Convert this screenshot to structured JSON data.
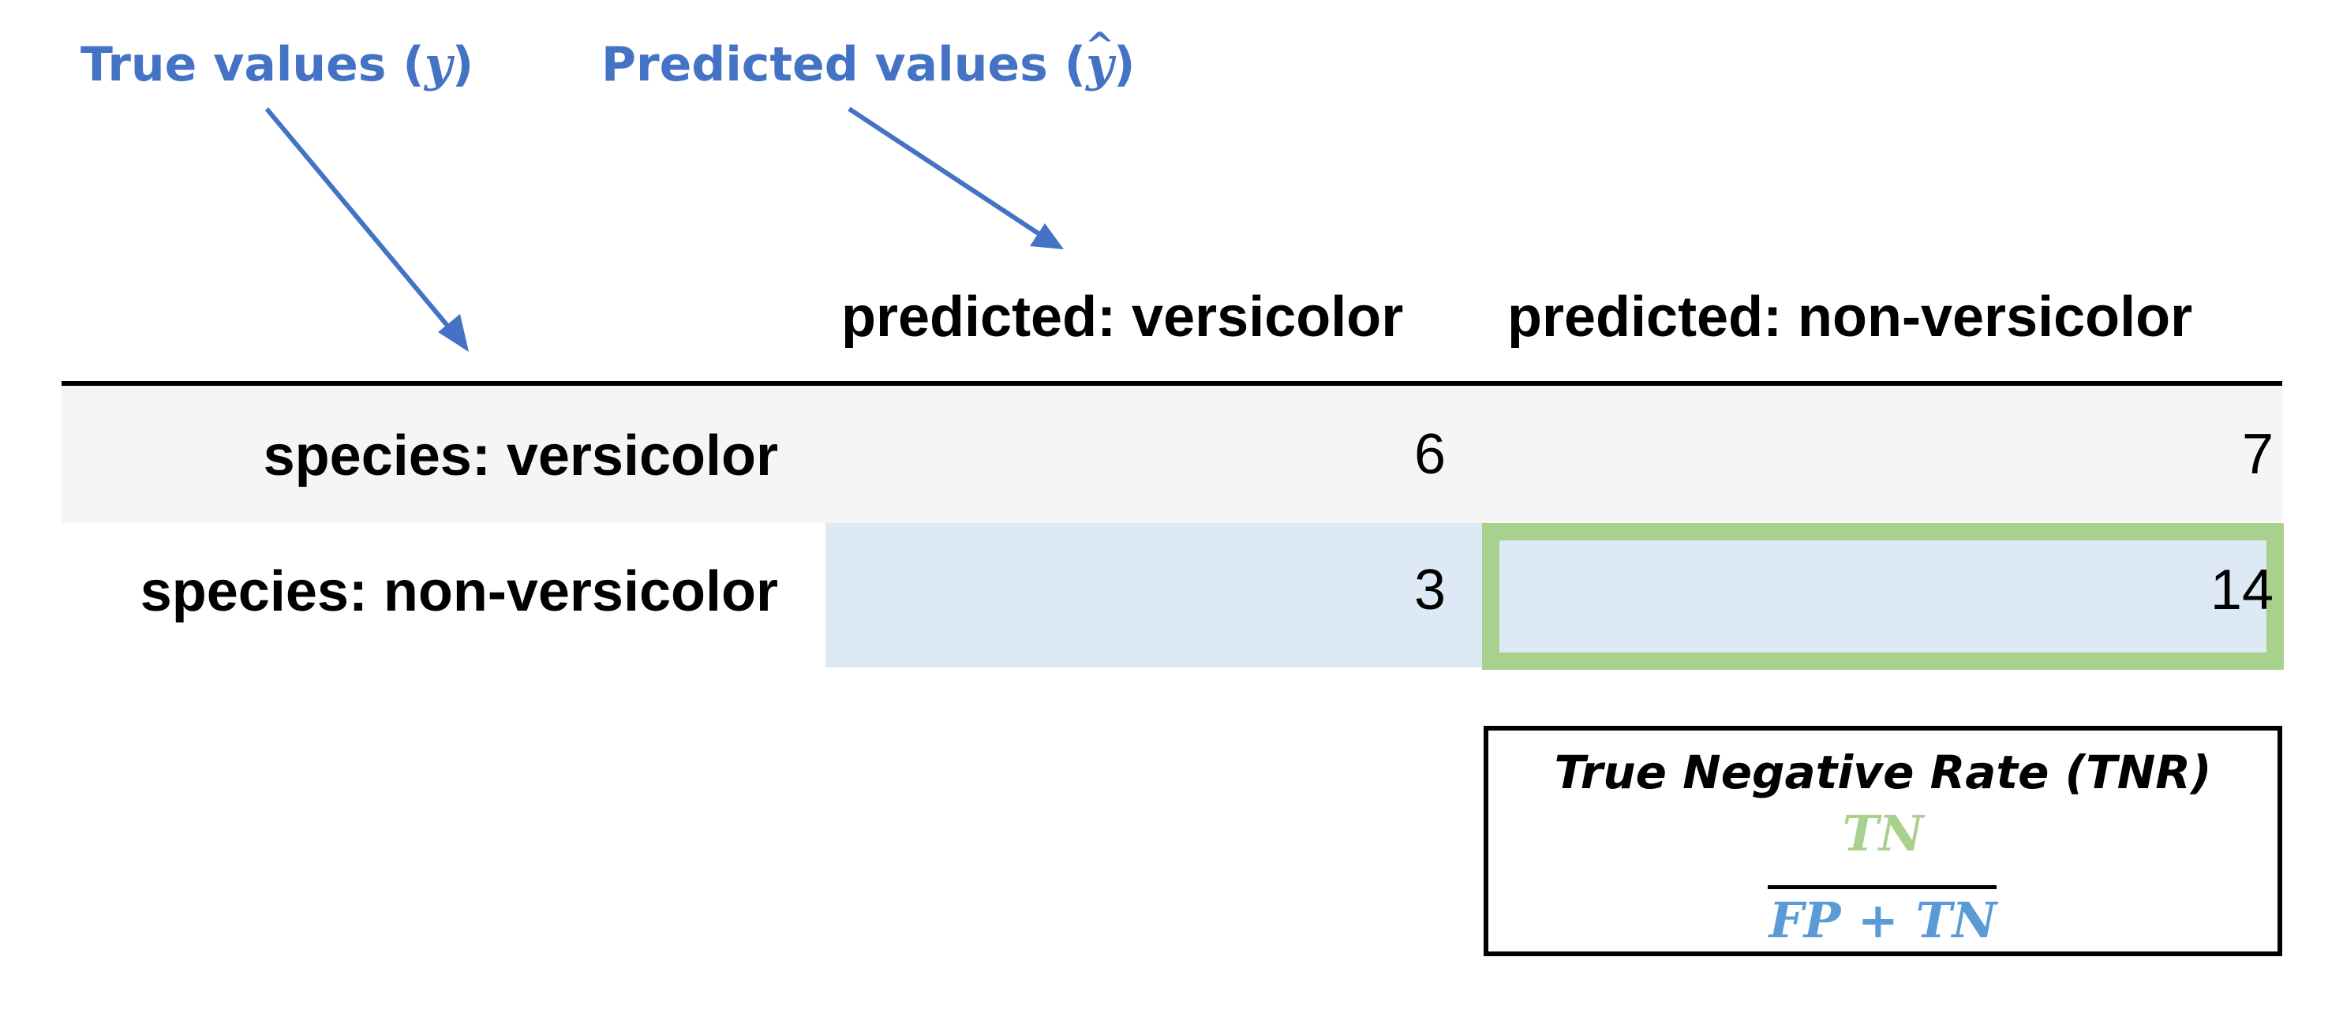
{
  "annotations": {
    "true_values": {
      "text": "True values (",
      "var": "y",
      "close": ")"
    },
    "predicted_values": {
      "text": "Predicted values (",
      "var": "y",
      "hat": "^",
      "close": ")"
    }
  },
  "table": {
    "columns": [
      "predicted: versicolor",
      "predicted: non-versicolor"
    ],
    "rows": [
      {
        "label": "species: versicolor",
        "values": [
          "6",
          "7"
        ]
      },
      {
        "label": "species: non-versicolor",
        "values": [
          "3",
          "14"
        ]
      }
    ]
  },
  "formula": {
    "title": "True Negative Rate (TNR)",
    "numerator": "TN",
    "denominator": "FP + TN"
  },
  "colors": {
    "annotation_blue": "#4472c4",
    "highlight_green": "#a9d18e",
    "cell_blue": "#dde9f5",
    "row_gray": "#f5f5f5",
    "denominator_blue": "#5b9bd5"
  }
}
